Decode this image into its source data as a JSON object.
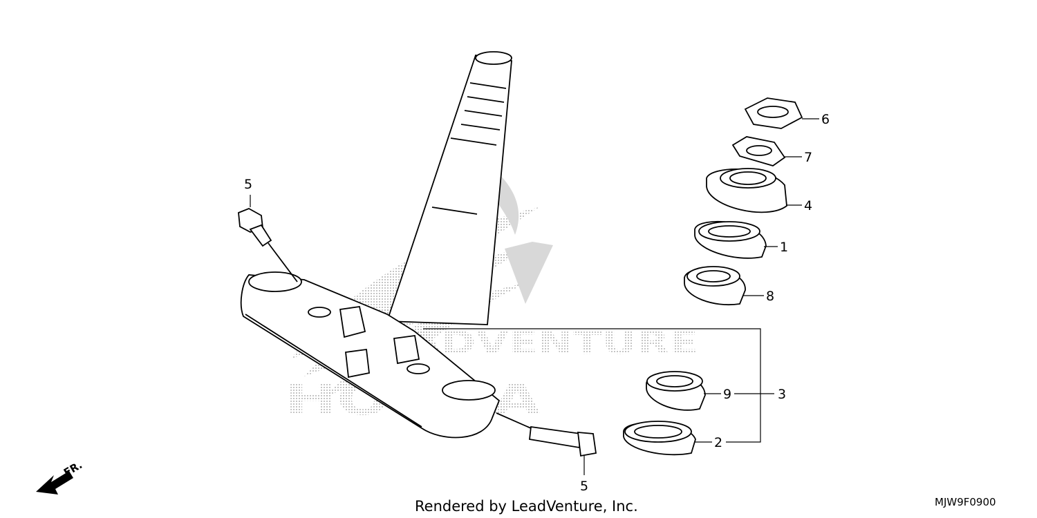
{
  "watermark": {
    "brand": "HONDA",
    "word": "ADVENTURE"
  },
  "callouts": [
    {
      "id": "c6",
      "label": "6"
    },
    {
      "id": "c7",
      "label": "7"
    },
    {
      "id": "c4",
      "label": "4"
    },
    {
      "id": "c1",
      "label": "1"
    },
    {
      "id": "c8",
      "label": "8"
    },
    {
      "id": "c9",
      "label": "9"
    },
    {
      "id": "c3",
      "label": "3"
    },
    {
      "id": "c2",
      "label": "2"
    },
    {
      "id": "c5a",
      "label": "5"
    },
    {
      "id": "c5b",
      "label": "5"
    }
  ],
  "front_indicator": "FR.",
  "footer": {
    "credit": "Rendered by LeadVenture, Inc.",
    "diagram_code": "MJW9F0900"
  }
}
